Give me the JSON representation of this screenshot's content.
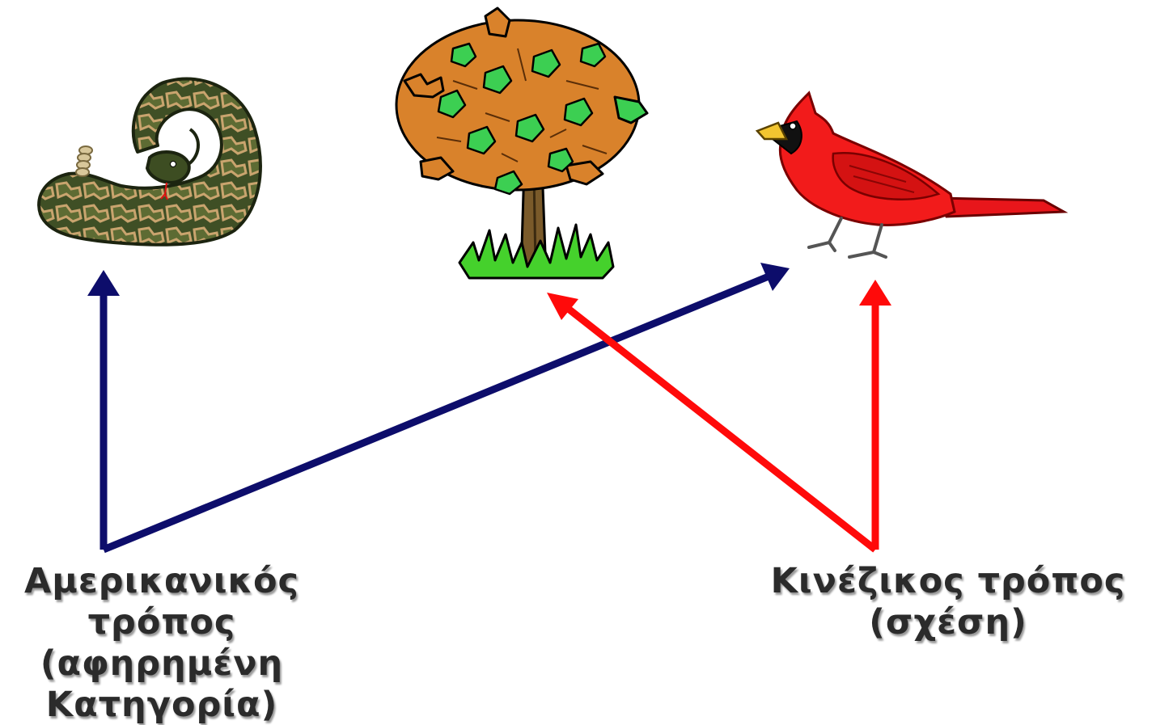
{
  "labels": {
    "american": [
      "Αμερικανικός",
      "τρόπος",
      "(αφηρημένη",
      "Κατηγορία)"
    ],
    "chinese": [
      "Κινέζικος τρόπος",
      "(σχέση)"
    ]
  },
  "icons": [
    "rattlesnake-icon",
    "oak-tree-icon",
    "cardinal-bird-icon"
  ],
  "colors": {
    "american_arrow": "#0d0d6b",
    "chinese_arrow": "#ff0a0a",
    "snake_body": "#4a5a2a",
    "snake_pattern": "#c8a06a",
    "tree_leaves_orange": "#d9822b",
    "tree_leaves_green": "#3ccf52",
    "tree_trunk": "#7a5a2a",
    "grass": "#4ad02f",
    "bird": "#f21b1b",
    "text": "#2b2b2b"
  }
}
